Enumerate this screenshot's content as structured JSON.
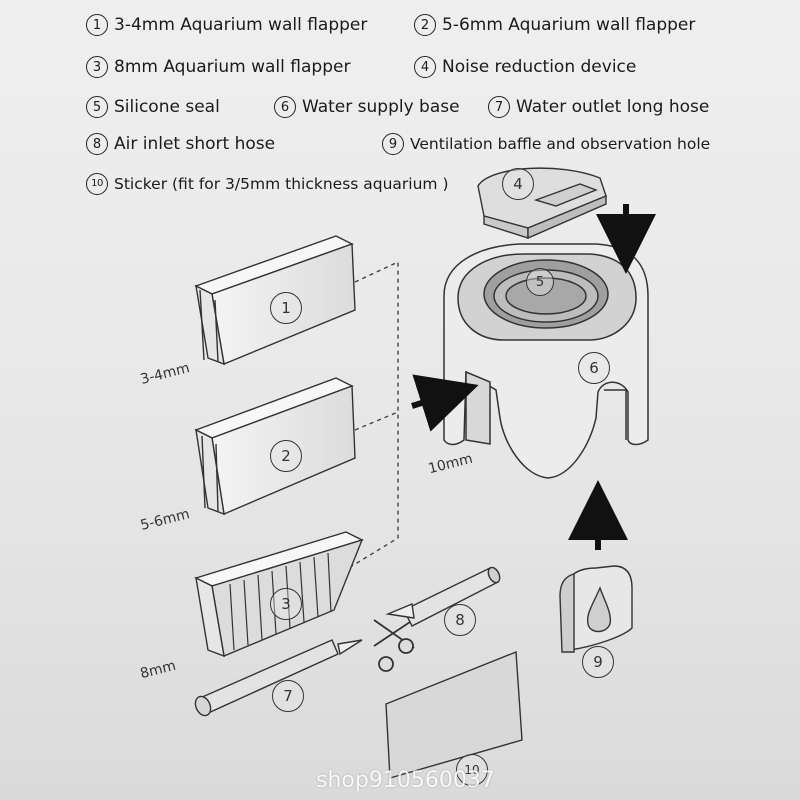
{
  "legend": [
    {
      "num": "1",
      "text": "3-4mm Aquarium wall flapper"
    },
    {
      "num": "2",
      "text": "5-6mm Aquarium wall flapper"
    },
    {
      "num": "3",
      "text": "8mm Aquarium wall flapper"
    },
    {
      "num": "4",
      "text": "Noise reduction device"
    },
    {
      "num": "5",
      "text": "Silicone seal"
    },
    {
      "num": "6",
      "text": "Water supply base"
    },
    {
      "num": "7",
      "text": "Water outlet long hose"
    },
    {
      "num": "8",
      "text": "Air inlet short hose"
    },
    {
      "num": "9",
      "text": "Ventilation baffle and observation hole"
    },
    {
      "num": "10",
      "text": "Sticker (fit for 3/5mm thickness aquarium )"
    }
  ],
  "callouts": {
    "c1": "1",
    "c2": "2",
    "c3": "3",
    "c4": "4",
    "c5": "5",
    "c6": "6",
    "c7": "7",
    "c8": "8",
    "c9": "9",
    "c10": "10"
  },
  "dimensions": {
    "d1": "3-4mm",
    "d2": "5-6mm",
    "d3": "8mm",
    "d4": "10mm"
  },
  "watermark": "shop910560037"
}
